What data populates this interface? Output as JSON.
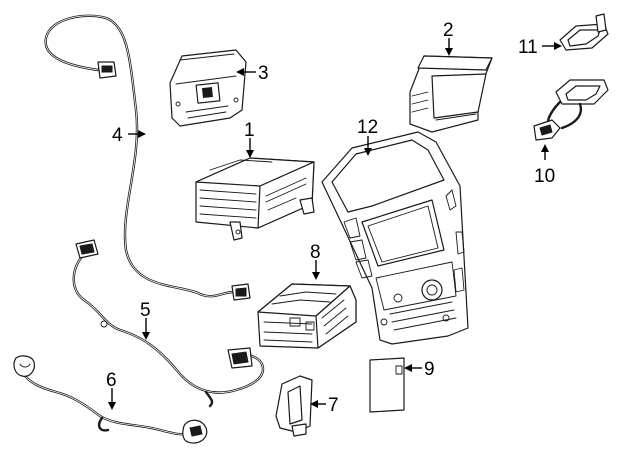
{
  "diagram": {
    "callouts": [
      {
        "id": "1",
        "text": "1"
      },
      {
        "id": "2",
        "text": "2"
      },
      {
        "id": "3",
        "text": "3"
      },
      {
        "id": "4",
        "text": "4"
      },
      {
        "id": "5",
        "text": "5"
      },
      {
        "id": "6",
        "text": "6"
      },
      {
        "id": "7",
        "text": "7"
      },
      {
        "id": "8",
        "text": "8"
      },
      {
        "id": "9",
        "text": "9"
      },
      {
        "id": "10",
        "text": "10"
      },
      {
        "id": "11",
        "text": "11"
      },
      {
        "id": "12",
        "text": "12"
      }
    ],
    "colors": {
      "line": "#1a1a1a",
      "background": "#ffffff"
    }
  }
}
